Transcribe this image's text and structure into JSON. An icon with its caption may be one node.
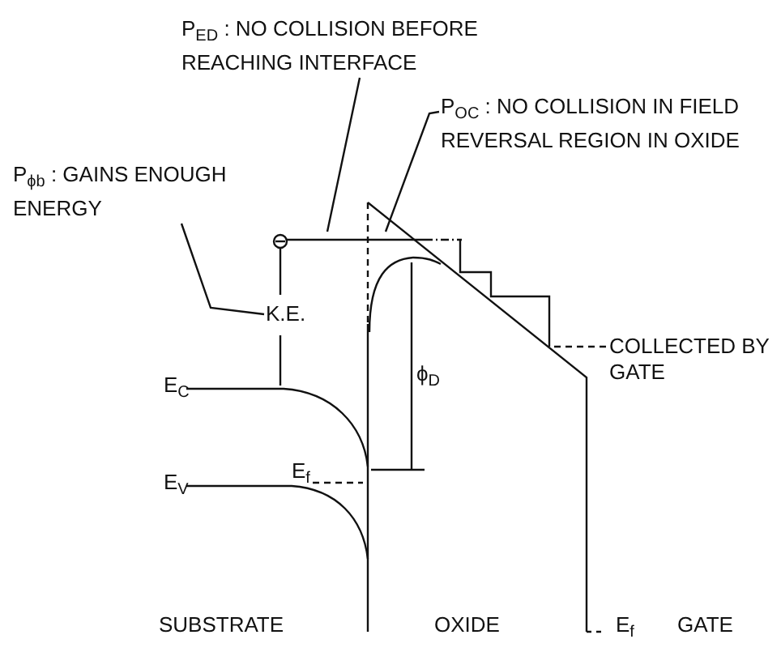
{
  "diagram": {
    "nodes": [
      {
        "text": [
          "P$_{ED}$ : NO COLLISION BEFORE REACHING INTERFACE"
        ]
      },
      {
        "text": [
          "P$_{OC}$ : NO COLLISION IN FIELD REVERSAL REGION IN OXIDE"
        ]
      },
      {
        "text": [
          "P$_{ϕb}$ : GAINS ENOUGH ENERGY"
        ]
      },
      {
        "text": [
          "K.E."
        ]
      },
      {
        "text": [
          "COLLECTED BY GATE"
        ]
      }
    ],
    "edges": [
      {
        "from": 0,
        "to": null,
        "arrow": "none"
      },
      {
        "from": 1,
        "to": null,
        "arrow": "none"
      },
      {
        "from": 2,
        "to": 3,
        "arrow": "none"
      },
      {
        "from": 4,
        "to": null,
        "arrow": "none",
        "style": "dashed"
      }
    ],
    "labels": [
      "E$_{C}$",
      "E$_{f}$",
      "ϕ$_{D}$",
      "E$_{V}$",
      "SUBSTRATE",
      "OXIDE",
      "E$_{f}$",
      "GATE"
    ]
  }
}
